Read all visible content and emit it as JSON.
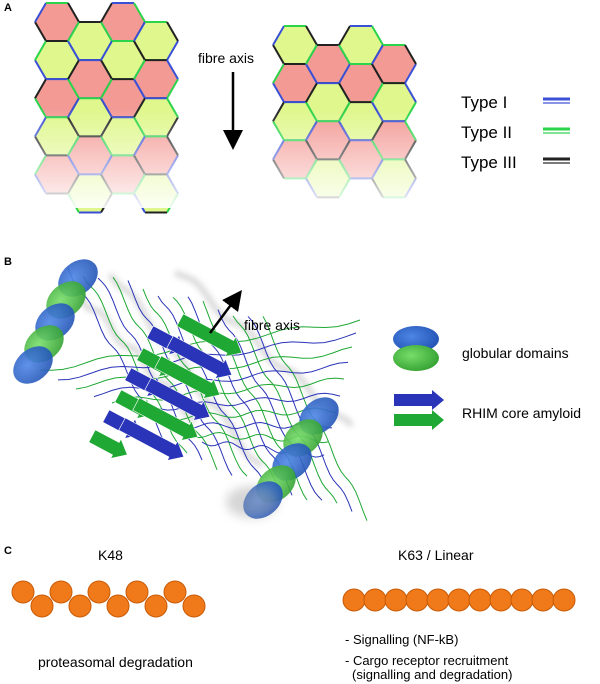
{
  "panel_a": {
    "label": "A",
    "fibre_axis_label": "fibre axis",
    "legend": [
      {
        "label": "Type I",
        "color": "#3a50d6"
      },
      {
        "label": "Type II",
        "color": "#2bd44a"
      },
      {
        "label": "Type III",
        "color": "#222222"
      }
    ],
    "hex_fill_red": "#f39a95",
    "hex_fill_green": "#dff78c"
  },
  "panel_b": {
    "label": "B",
    "fibre_axis_label": "fibre axis",
    "legend": [
      {
        "label": "globular domains"
      },
      {
        "label": "RHIM core amyloid"
      }
    ],
    "domain_blue": "#2e63c9",
    "domain_green": "#4cbf45",
    "strand_blue": "#2a34b8",
    "strand_green": "#1fa834"
  },
  "panel_c": {
    "label": "C",
    "k48": {
      "title": "K48",
      "function": "proteasomal degradation"
    },
    "k63": {
      "title": "K63 / Linear",
      "function_line1": "- Signalling (NF-kB)",
      "function_line2": "- Cargo receptor recruitment",
      "function_line3": "(signalling and degradation)"
    },
    "ubiquitin_color": "#f07a1a",
    "ubiquitin_edge": "#c95a05"
  }
}
